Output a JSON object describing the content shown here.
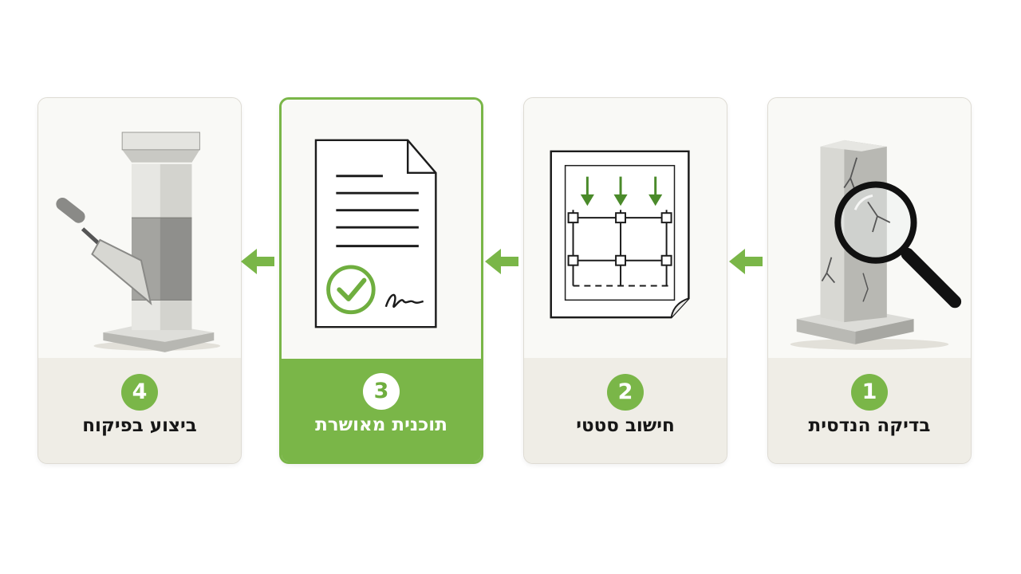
{
  "steps": [
    {
      "number": "1",
      "title": "בדיקה הנדסית",
      "icon": "column-magnifier-icon"
    },
    {
      "number": "2",
      "title": "חישוב סטטי",
      "icon": "structural-plan-icon"
    },
    {
      "number": "3",
      "title": "תוכנית מאושרת",
      "icon": "approved-document-icon"
    },
    {
      "number": "4",
      "title": "ביצוע בפיקוח",
      "icon": "trowel-column-icon"
    }
  ],
  "colors": {
    "accent": "#7ab648",
    "card_bg": "#f4f3ee",
    "text": "#161616"
  }
}
